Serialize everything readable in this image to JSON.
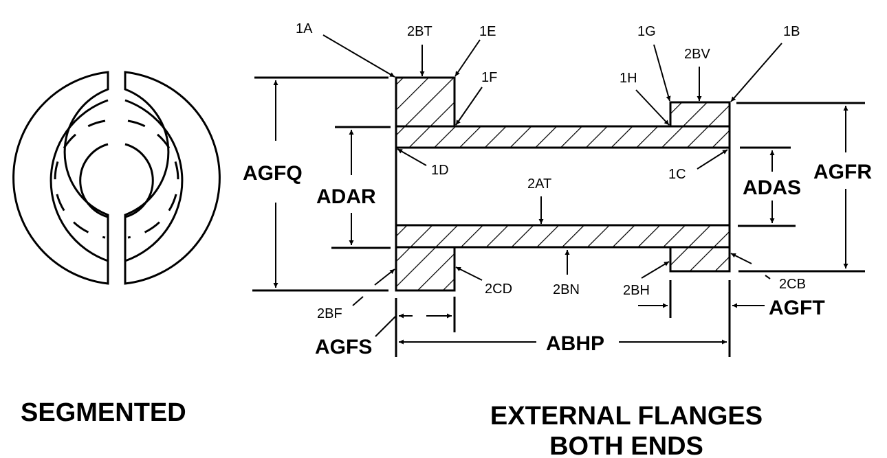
{
  "titles": {
    "segmented": "SEGMENTED",
    "main_line1": "EXTERNAL FLANGES",
    "main_line2": "BOTH ENDS"
  },
  "callouts": {
    "c1A": "1A",
    "c2BT": "2BT",
    "c1E": "1E",
    "c1F": "1F",
    "c1G": "1G",
    "c1H": "1H",
    "c2BV": "2BV",
    "c1B": "1B",
    "c1D": "1D",
    "c1C": "1C",
    "c2AT": "2AT",
    "c2BF": "2BF",
    "c2CD": "2CD",
    "c2BN": "2BN",
    "c2BH": "2BH",
    "c2CB": "2CB"
  },
  "dimensions": {
    "agfq": "AGFQ",
    "adar": "ADAR",
    "adas": "ADAS",
    "agfr": "AGFR",
    "agfs": "AGFS",
    "agft": "AGFT",
    "abhp": "ABHP"
  }
}
